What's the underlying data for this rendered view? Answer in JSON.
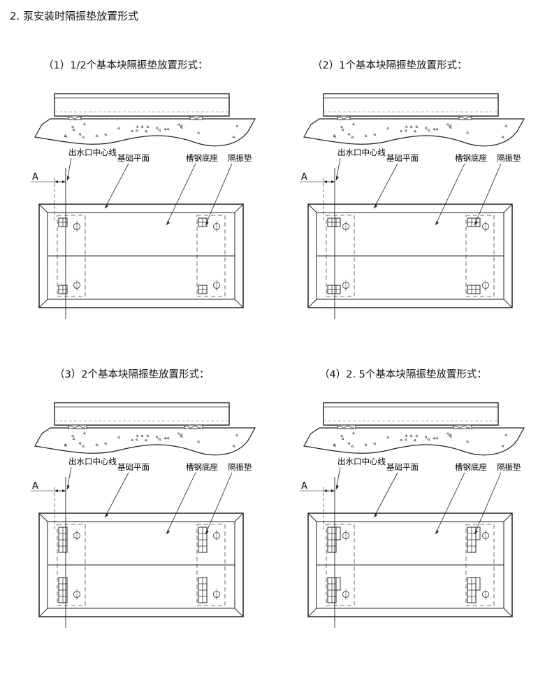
{
  "heading": "2. 泵安装时隔振垫放置形式",
  "labels": {
    "outlet_centerline": "出水口中心线",
    "base_plane": "基础平面",
    "channel_base": "槽钢底座",
    "isolation_pad": "隔振垫",
    "dimension_a": "A"
  },
  "panels": [
    {
      "title": "（1）1/2个基本块隔振垫放置形式：",
      "block_count": 0.5
    },
    {
      "title": "（2）1个基本块隔振垫放置形式：",
      "block_count": 1
    },
    {
      "title": "（3）2个基本块隔振垫放置形式：",
      "block_count": 2
    },
    {
      "title": "（4）2. 5个基本块隔振垫放置形式：",
      "block_count": 2.5
    }
  ]
}
